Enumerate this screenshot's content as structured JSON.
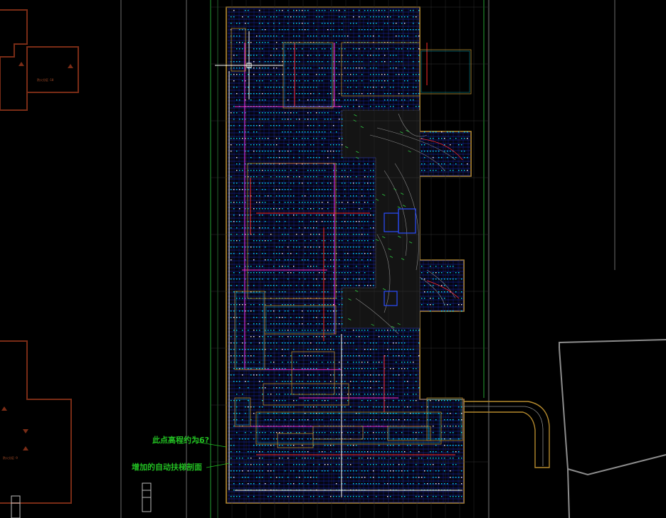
{
  "drawing": {
    "annotations": {
      "note_1": "此点高程约为6?",
      "note_2": "增加的自动扶梯剖面"
    },
    "room_labels": {
      "top_left_room": "防火分区-10",
      "bottom_left_room": "防火分区-9"
    },
    "colors": {
      "background": "#000000",
      "boundary": "#b58a2e",
      "wall_brown": "#7a2c16",
      "grid": "#1a2fd6",
      "node": "#00e5ff",
      "magenta": "#ff2bd6",
      "red": "#ff2a2a",
      "green": "#2ecc40",
      "white": "#ffffff",
      "gray": "#808080",
      "annotation": "#22c022"
    }
  }
}
